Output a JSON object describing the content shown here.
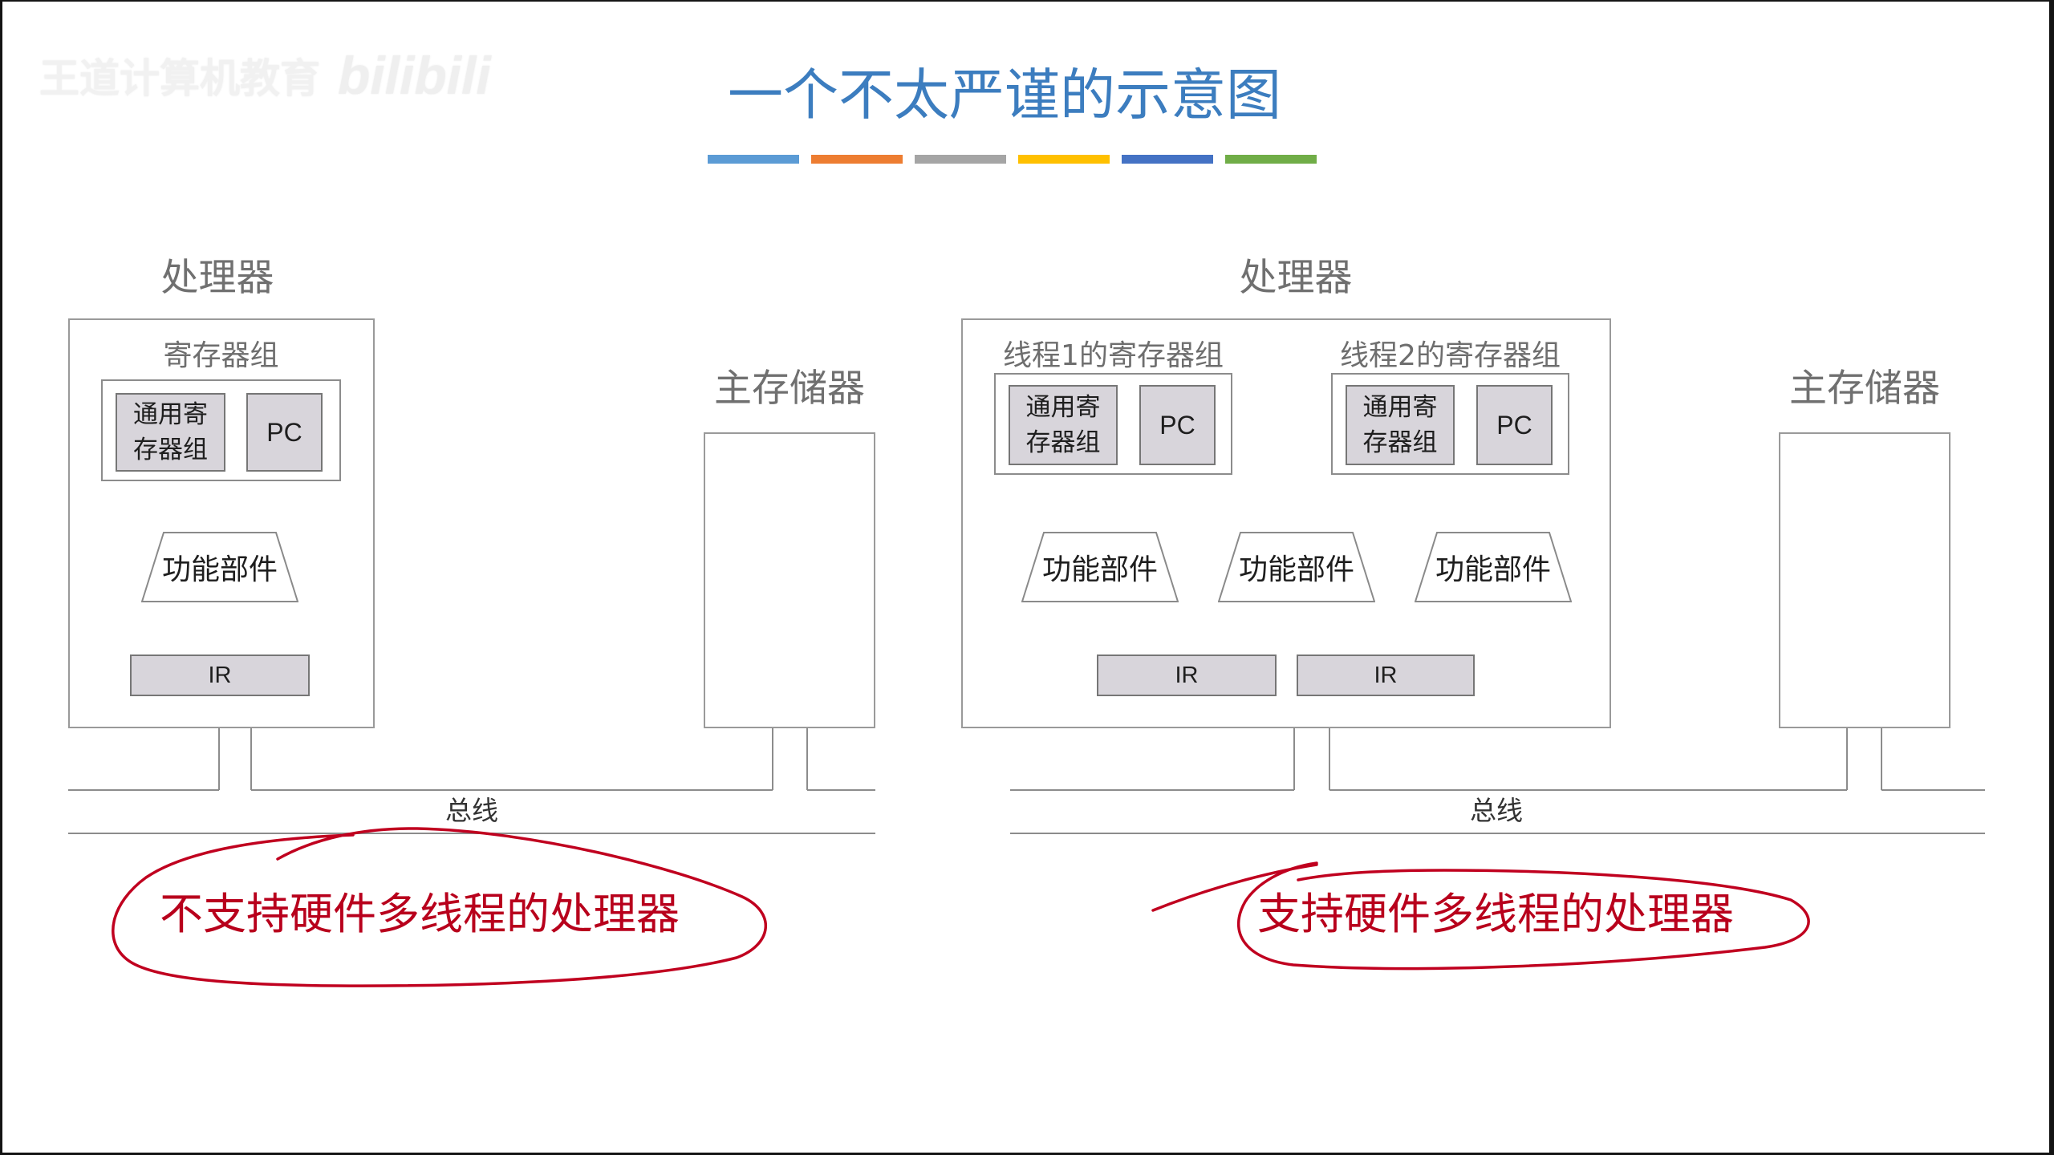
{
  "watermark": {
    "text": "王道计算机教育",
    "logo": "bilibili"
  },
  "title": "一个不太严谨的示意图",
  "title_bar_colors": [
    "#5b9bd5",
    "#ed7d31",
    "#a5a5a5",
    "#ffc000",
    "#4472c4",
    "#70ad47"
  ],
  "annotation_color": "#b8001c",
  "diagrams": [
    {
      "processor": {
        "label": "处理器",
        "register_groups": [
          {
            "label": "寄存器组",
            "gpr_lines": [
              "通用寄",
              "存器组"
            ],
            "pc": "PC"
          }
        ],
        "functional_units": [
          "功能部件"
        ],
        "instruction_registers": [
          "IR"
        ]
      },
      "memory": {
        "label": "主存储器"
      },
      "bus": {
        "label": "总线"
      },
      "annotation": "不支持硬件多线程的处理器"
    },
    {
      "processor": {
        "label": "处理器",
        "register_groups": [
          {
            "label": "线程1的寄存器组",
            "gpr_lines": [
              "通用寄",
              "存器组"
            ],
            "pc": "PC"
          },
          {
            "label": "线程2的寄存器组",
            "gpr_lines": [
              "通用寄",
              "存器组"
            ],
            "pc": "PC"
          }
        ],
        "functional_units": [
          "功能部件",
          "功能部件",
          "功能部件"
        ],
        "instruction_registers": [
          "IR",
          "IR"
        ]
      },
      "memory": {
        "label": "主存储器"
      },
      "bus": {
        "label": "总线"
      },
      "annotation": "支持硬件多线程的处理器"
    }
  ]
}
